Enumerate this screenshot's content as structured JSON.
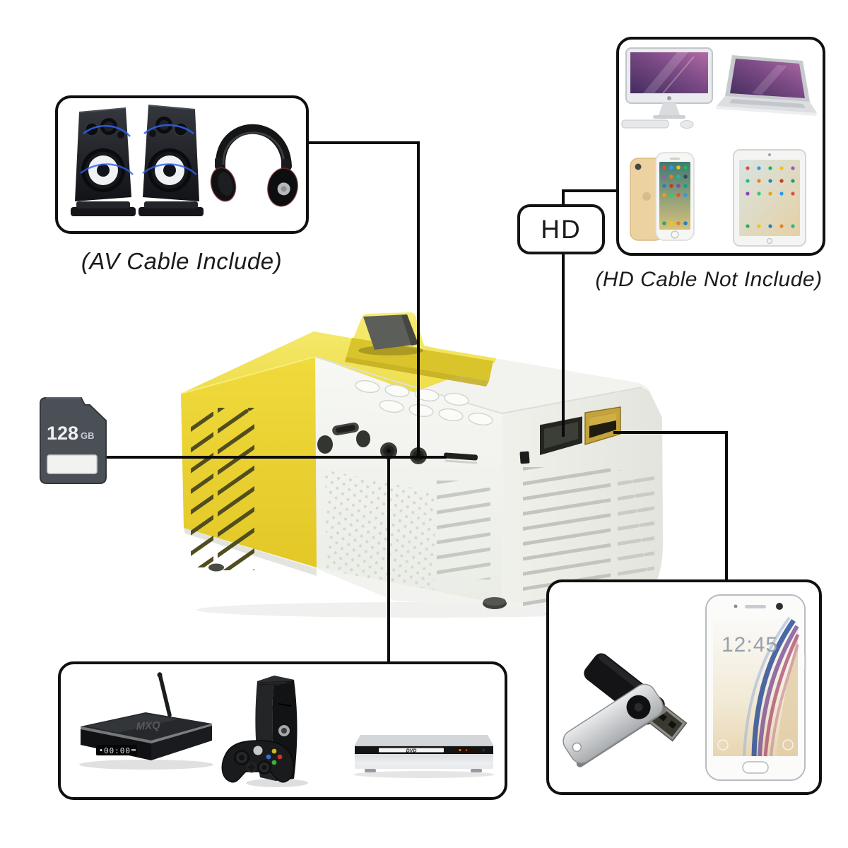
{
  "captions": {
    "av": "(AV Cable Include)",
    "hd": "(HD Cable Not Include)"
  },
  "hd_badge": {
    "label": "HD"
  },
  "sd_card": {
    "capacity": "128",
    "unit": "GB"
  },
  "smartphone": {
    "lock_time": "12:45"
  },
  "tv_box": {
    "brand": "MXQ",
    "led_display": "00:00"
  },
  "dvd_player": {
    "badge": "DVD"
  },
  "device_icons": {
    "av_box": [
      "speaker-icon",
      "speaker-icon",
      "headphones-icon"
    ],
    "computer_box": [
      "imac-icon",
      "macbook-icon",
      "iphone-icon",
      "ipad-icon"
    ],
    "game_box": [
      "android-tv-box-icon",
      "game-console-icon",
      "game-controller-icon",
      "dvd-player-icon"
    ],
    "usb_box": [
      "usb-flash-drive-icon",
      "smartphone-icon"
    ],
    "standalone": [
      "sd-card-icon",
      "mini-projector-icon"
    ]
  },
  "connectors": [
    "av-devices-to-audio-port",
    "sd-card-to-tf-slot",
    "av-port-to-game-devices",
    "hdmi-port-to-hd-badge",
    "hd-badge-to-computer-devices",
    "usb-port-to-usb-devices"
  ],
  "colors": {
    "connector_line": "#0a0a0a",
    "box_border": "#101010",
    "projector_yellow": "#eed73d",
    "projector_yellow_top": "#f2e45c",
    "projector_body_white": "#f2f3ef",
    "sd_card_body": "#4b5057",
    "speaker_accent_blue": "#2f62e8",
    "usb_port_gold": "#c4a33c"
  }
}
